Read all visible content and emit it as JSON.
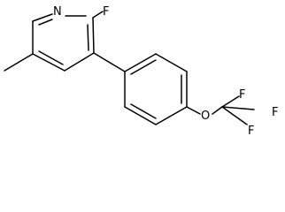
{
  "molecule": {
    "atoms": {
      "n1": "N",
      "f_ring": "F",
      "o_ether": "O",
      "f_cf3_top": "F",
      "f_cf3_right": "F",
      "f_cf3_bottom": "F"
    }
  }
}
